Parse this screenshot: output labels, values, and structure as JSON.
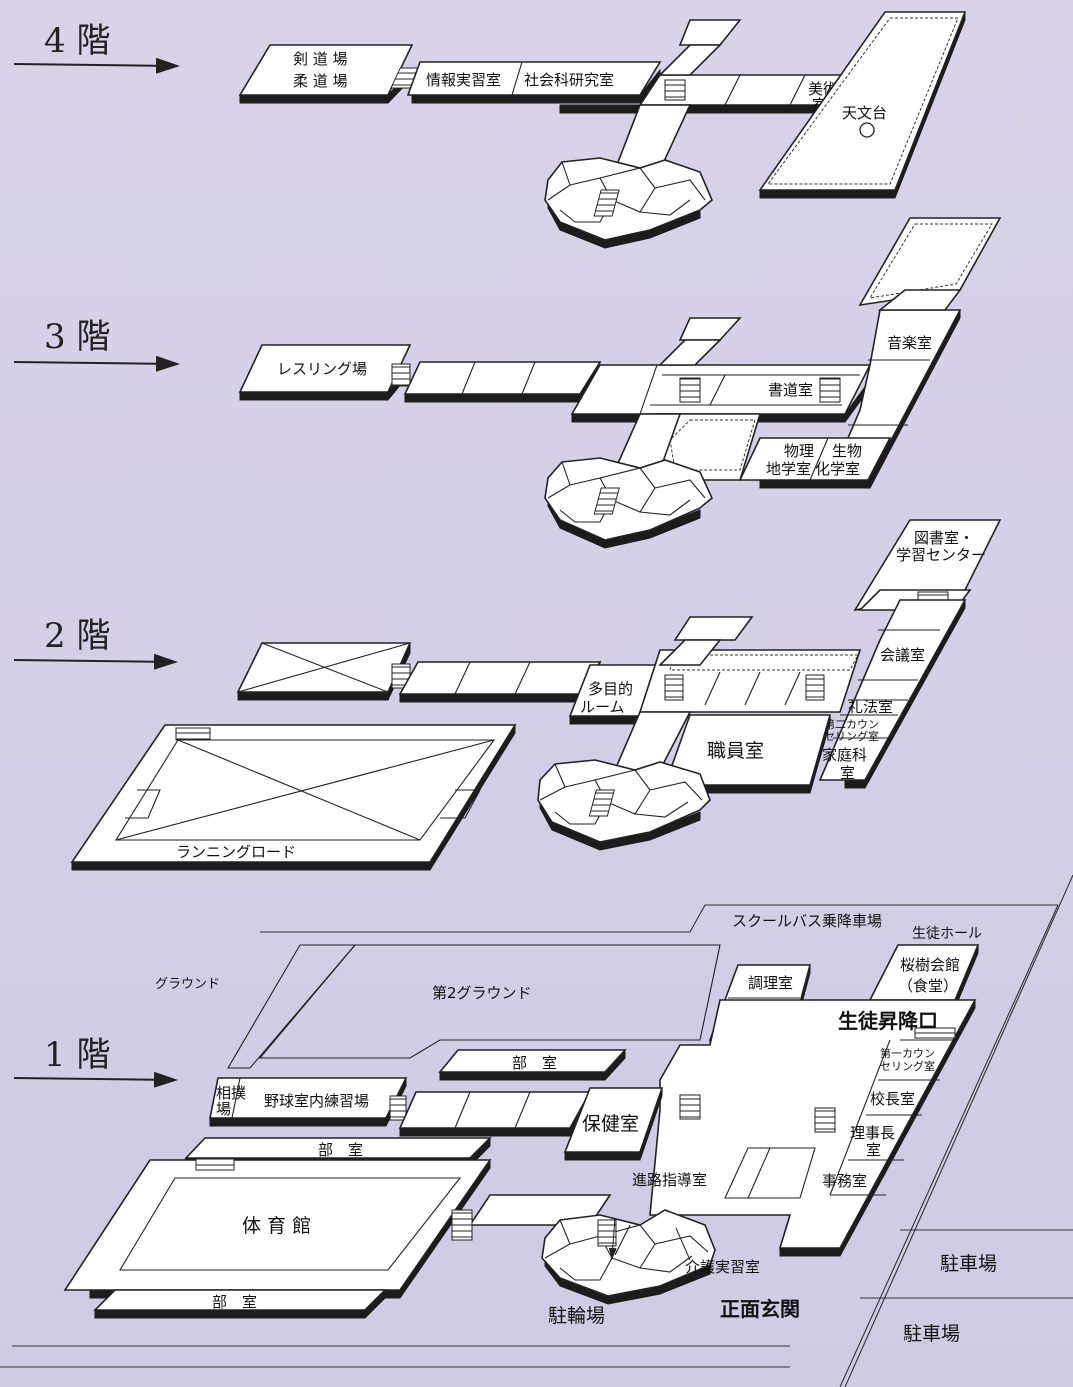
{
  "floors": {
    "f4": "4 階",
    "f3": "3 階",
    "f2": "2 階",
    "f1": "1 階"
  },
  "floor4": {
    "kendo": "剣 道 場",
    "judo": "柔 道 場",
    "info_lab": "情報実習室",
    "social_lab": "社会科研究室",
    "art_1": "美術",
    "art_2": "室",
    "observatory": "天文台"
  },
  "floor3": {
    "wrestling": "レスリング場",
    "calligraphy": "書道室",
    "music": "音楽室",
    "physics": "物理",
    "biology": "生物",
    "earth_science": "地学室",
    "chemistry": "化学室"
  },
  "floor2": {
    "library_1": "図書室・",
    "library_2": "学習センター",
    "meeting": "会議室",
    "multi_1": "多目的",
    "multi_2": "ルーム",
    "etiquette": "礼法室",
    "counsel2_1": "第二カウン",
    "counsel2_2": "セリング室",
    "staff": "職員室",
    "home_ec_1": "家庭科",
    "home_ec_2": "室",
    "running": "ランニングロード"
  },
  "floor1": {
    "bus": "スクールバス乗降車場",
    "student_hall": "生徒ホール",
    "ground": "グラウンド",
    "ground2": "第2グラウンド",
    "cooking": "調理室",
    "ouju_1": "桜樹会館",
    "ouju_2": "（食堂）",
    "entrance_students": "生徒昇降口",
    "club_room_top": "部　室",
    "sumo_1": "相撲",
    "sumo_2": "場",
    "baseball": "野球室内練習場",
    "counsel1_1": "第一カウン",
    "counsel1_2": "セリング室",
    "principal": "校長室",
    "health": "保健室",
    "club_room_mid": "部　室",
    "chairman_1": "理事長",
    "chairman_2": "室",
    "career": "進路指導室",
    "office": "事務室",
    "gym": "体 育 館",
    "care": "介護実習室",
    "parking_1": "駐車場",
    "club_room_bottom": "部　室",
    "bicycle": "駐輪場",
    "main_entrance": "正面玄関",
    "parking_2": "駐車場"
  }
}
